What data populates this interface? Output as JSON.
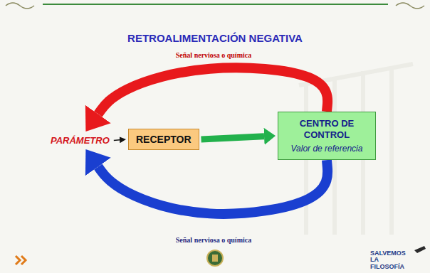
{
  "diagram": {
    "title": "RETROALIMENTACIÓN NEGATIVA",
    "nodes": [
      {
        "text": [
          "PARÁMETRO"
        ]
      },
      {
        "text": [
          "RECEPTOR"
        ]
      },
      {
        "text": [
          "CENTRO DE CONTROL",
          "Valor de referencia"
        ]
      }
    ],
    "edges": [
      {
        "from": 0,
        "to": 1,
        "arrow": "to"
      },
      {
        "from": 1,
        "to": 2,
        "arrow": "to"
      },
      {
        "from": 2,
        "to": 0,
        "label": "Señal nerviosa o química",
        "arrow": "to"
      },
      {
        "from": 2,
        "to": 0,
        "label": "Señal nerviosa o química",
        "arrow": "to"
      }
    ],
    "labels": [
      "SALVEMOS LA FILOSOFÍA"
    ]
  }
}
